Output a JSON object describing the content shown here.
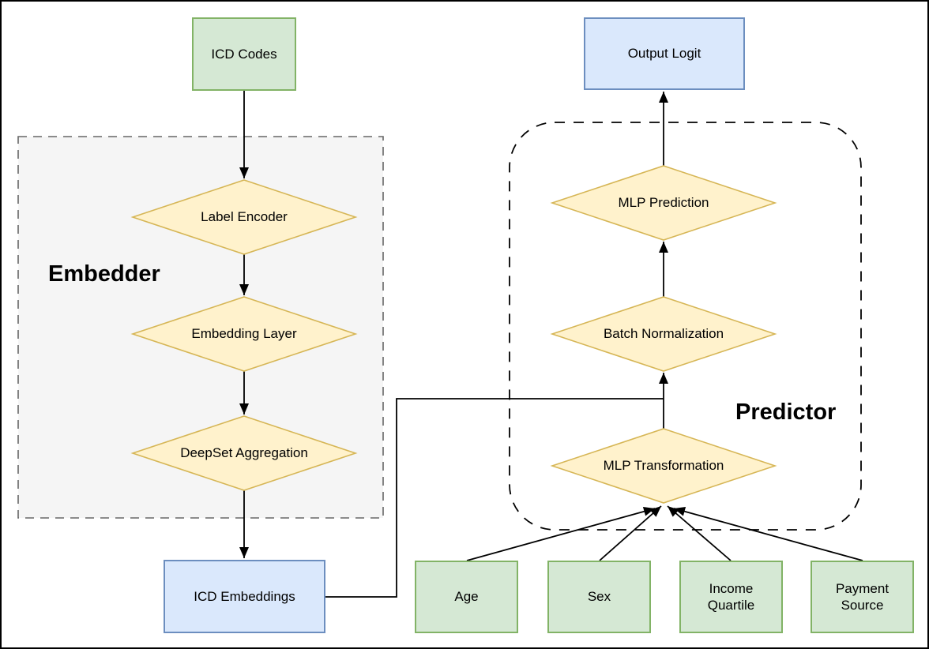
{
  "groups": {
    "embedder": {
      "label": "Embedder"
    },
    "predictor": {
      "label": "Predictor"
    }
  },
  "nodes": {
    "icd_codes": {
      "label": "ICD Codes"
    },
    "output_logit": {
      "label": "Output Logit"
    },
    "label_encoder": {
      "label": "Label Encoder"
    },
    "embedding_layer": {
      "label": "Embedding Layer"
    },
    "deepset_aggregation": {
      "label": "DeepSet Aggregation"
    },
    "mlp_prediction": {
      "label": "MLP Prediction"
    },
    "batch_normalization": {
      "label": "Batch Normalization"
    },
    "mlp_transformation": {
      "label": "MLP Transformation"
    },
    "icd_embeddings": {
      "label": "ICD Embeddings"
    },
    "age": {
      "label": "Age"
    },
    "sex": {
      "label": "Sex"
    },
    "income_quartile": {
      "label": "Income\nQuartile"
    },
    "payment_source": {
      "label": "Payment\nSource"
    }
  },
  "colors": {
    "green_fill": "#d5e8d4",
    "green_stroke": "#82b366",
    "blue_fill": "#dae8fc",
    "blue_stroke": "#6c8ebf",
    "diamond_fill": "#fff2cc",
    "diamond_stroke": "#d6b656",
    "embedder_fill": "#f5f5f5",
    "embedder_stroke": "#666666",
    "predictor_stroke": "#000000",
    "arrow": "#000000"
  }
}
